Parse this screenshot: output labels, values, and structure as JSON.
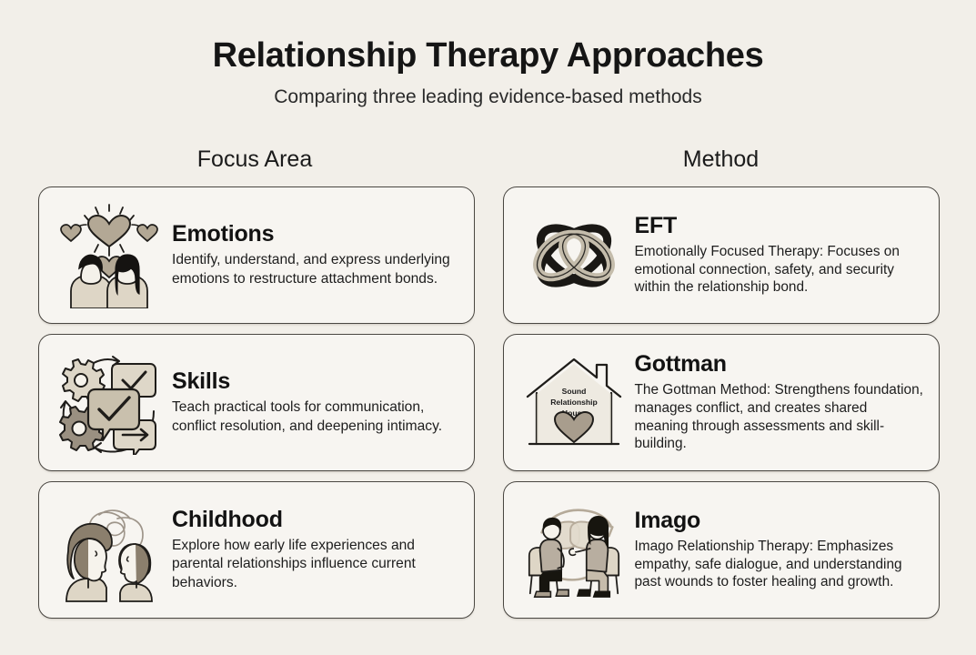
{
  "header": {
    "title": "Relationship Therapy Approaches",
    "subtitle": "Comparing three leading evidence-based methods"
  },
  "columns": {
    "left_heading": "Focus Area",
    "right_heading": "Method"
  },
  "colors": {
    "background": "#f2efe9",
    "card_background": "#f7f5f1",
    "card_border": "#4a4742",
    "text": "#1b1b1b",
    "accent_taupe": "#a99f91",
    "accent_dark_taupe": "#8a7f70",
    "icon_fill_light": "#ddd7cb",
    "icon_outline": "#1f1d1a"
  },
  "focus_area": [
    {
      "icon": "couple-hearts-icon",
      "title": "Emotions",
      "description": "Identify, understand, and express underlying emotions to restructure attachment bonds."
    },
    {
      "icon": "gears-speech-bubbles-icon",
      "title": "Skills",
      "description": "Teach practical tools for communication, conflict resolution, and deepening intimacy."
    },
    {
      "icon": "parent-child-profiles-icon",
      "title": "Childhood",
      "description": "Explore how early life experiences and parental relationships influence current behaviors."
    }
  ],
  "methods": [
    {
      "icon": "interlocking-knot-icon",
      "title": "EFT",
      "description": "Emotionally Focused Therapy: Focuses on emotional connection, safety, and security within the relationship bond."
    },
    {
      "icon": "sound-relationship-house-icon",
      "title": "Gottman",
      "description": "The Gottman Method: Strengthens foundation, manages conflict, and creates shared meaning through assessments and skill-building.",
      "icon_label_lines": [
        "Sound",
        "Relationship",
        "House"
      ]
    },
    {
      "icon": "seated-couple-dialogue-icon",
      "title": "Imago",
      "description": "Imago Relationship Therapy: Emphasizes empathy, safe dialogue, and understanding past wounds to foster healing and growth."
    }
  ]
}
